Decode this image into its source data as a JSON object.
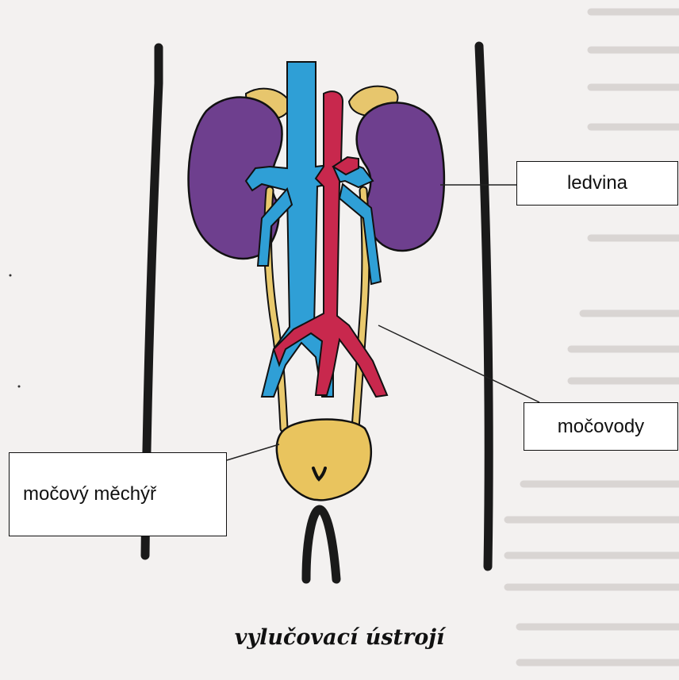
{
  "labels": {
    "kidney": "ledvina",
    "ureters": "močovody",
    "bladder": "močový měchýř"
  },
  "caption": "vylučovací ústrojí",
  "colors": {
    "kidney": "#6e3f8e",
    "adrenal": "#e7c66d",
    "ureter": "#e9c96d",
    "bladder": "#e9c45e",
    "vein": "#2f9fd6",
    "artery": "#c8284d",
    "outline": "#111111",
    "body_line": "#1a1a1a",
    "background": "#f3f1f0"
  }
}
